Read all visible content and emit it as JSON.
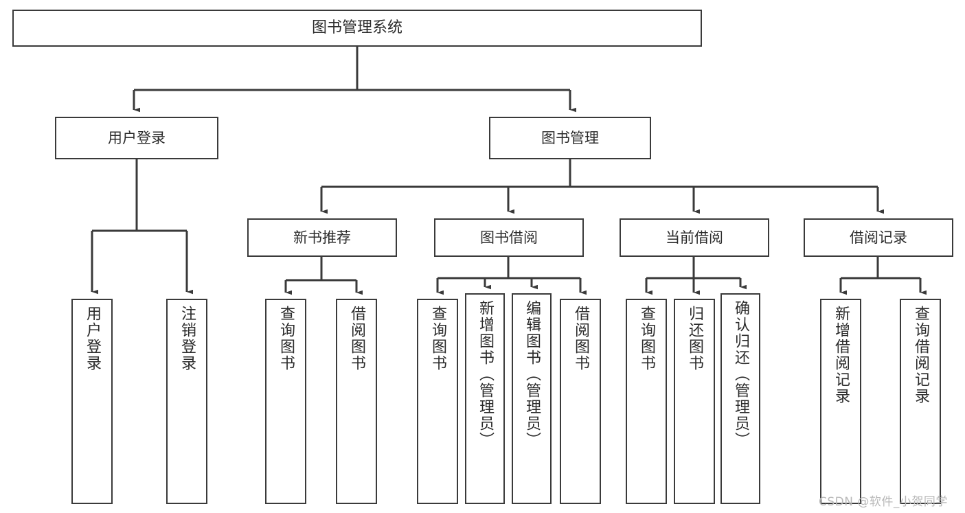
{
  "diagram": {
    "title": "图书管理系统",
    "type": "tree-hierarchy-chart",
    "watermark": "CSDN @软件_小贺同学",
    "colors": {
      "box_border": "#3a3a3a",
      "box_fill": "#ffffff",
      "edge": "#3a3a3a",
      "text": "#2b2b2b",
      "watermark": "#b8b8b8",
      "background": "#ffffff"
    },
    "nodes": {
      "root": {
        "label": "图书管理系统"
      },
      "level2": [
        {
          "label": "用户登录"
        },
        {
          "label": "图书管理"
        }
      ],
      "level3": [
        {
          "label": "新书推荐"
        },
        {
          "label": "图书借阅"
        },
        {
          "label": "当前借阅"
        },
        {
          "label": "借阅记录"
        }
      ],
      "leaves_user_login": [
        {
          "label": "用户登录"
        },
        {
          "label": "注销登录"
        }
      ],
      "leaves_new_book": [
        {
          "label": "查询图书"
        },
        {
          "label": "借阅图书"
        }
      ],
      "leaves_borrow": [
        {
          "label": "查询图书"
        },
        {
          "label": "新增图书（管理员）"
        },
        {
          "label": "编辑图书（管理员）"
        },
        {
          "label": "借阅图书"
        }
      ],
      "leaves_current": [
        {
          "label": "查询图书"
        },
        {
          "label": "归还图书"
        },
        {
          "label": "确认归还（管理员）"
        }
      ],
      "leaves_records": [
        {
          "label": "新增借阅记录"
        },
        {
          "label": "查询借阅记录"
        }
      ]
    }
  }
}
